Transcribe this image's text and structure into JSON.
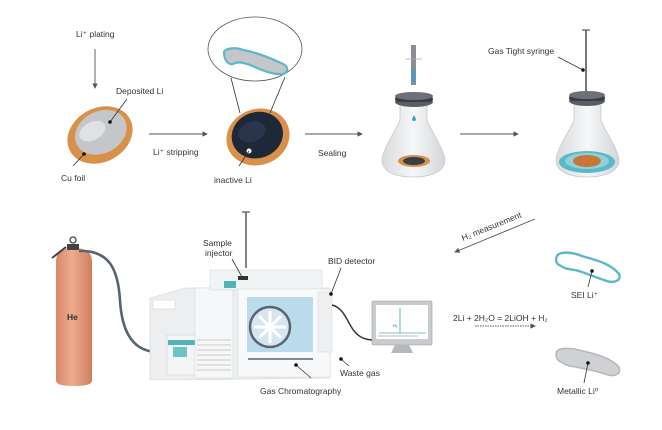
{
  "labels": {
    "li_plating": "Li⁺ plating",
    "deposited_li": "Deposited Li",
    "cu_foil": "Cu foil",
    "li_stripping": "Li⁺ stripping",
    "inactive_li": "inactive Li",
    "sealing": "Sealing",
    "gas_tight_syringe": "Gas Tight syringe",
    "h2_measurement": "H₂ measurement",
    "sei_li": "SEI Li⁺",
    "equation": "2Li + 2H₂O = 2LiOH + H₂",
    "metallic_li": "Metallic Li⁰",
    "he": "He",
    "sample_injector_1": "Sample",
    "sample_injector_2": "injector",
    "bid_detector": "BID detector",
    "waste_gas": "Waste gas",
    "gas_chromatography": "Gas Chromatography",
    "monitor_peak": "H₂"
  },
  "colors": {
    "cu": "#d9914a",
    "deposited": "#c4c6c9",
    "inactive": "#1e2838",
    "sei": "#5bb8c8",
    "he_cylinder": "#e39a78"
  }
}
